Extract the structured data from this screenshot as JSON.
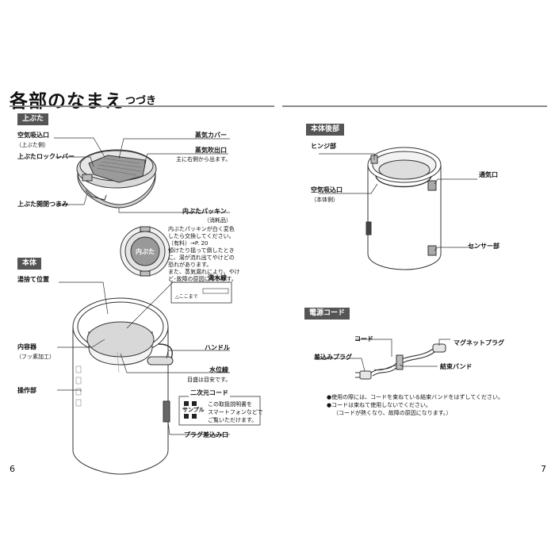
{
  "header": {
    "title": "各部のなまえ",
    "subtitle": "つづき"
  },
  "left": {
    "lid_section": {
      "tag": "上ぶた",
      "labels": {
        "air_intake": "空気吸込口",
        "air_intake_note": "（上ぶた側）",
        "lid_lock_lever": "上ぶたロックレバー",
        "lid_open_knob": "上ぶた開閉つまみ",
        "steam_cover": "蒸気カバー",
        "steam_outlet": "蒸気吹出口",
        "steam_outlet_note": "主に右側から出ます。",
        "gasket": "内ぶたパッキン",
        "gasket_note": "（消耗品）",
        "inner_lid": "内ぶた"
      },
      "callout_lines": [
        "内ぶたパッキンが白く変色",
        "したら交換してください。",
        "（有料）→P. 20",
        "傾けたり揺って倒したとき",
        "に、湯が流れ出てやけどの",
        "恐れがあります。",
        "また、蒸気漏れにより、やけ",
        "ど･故障の原因になります。"
      ]
    },
    "body_section": {
      "tag": "本体",
      "labels": {
        "drain_position": "湯捨て位置",
        "full_water_line": "満水線",
        "full_water_mark": "△ここまで",
        "inner_container": "内容器",
        "inner_container_note": "（フッ素加工）",
        "handle": "ハンドル",
        "water_level_line": "水位線",
        "water_level_note": "目盛は目安です。",
        "control_panel": "操作部",
        "qr_code": "二次元コード",
        "qr_sample": "サンプル",
        "qr_text_1": "この取扱説明書を",
        "qr_text_2": "スマートフォンなどで",
        "qr_text_3": "ご覧いただけます。",
        "plug_socket": "プラグ差込み口"
      }
    },
    "page_number": "6"
  },
  "right": {
    "back_section": {
      "tag": "本体後部",
      "labels": {
        "hinge": "ヒンジ部",
        "air_intake": "空気吸込口",
        "air_intake_note": "（本体側）",
        "vent": "通気口",
        "sensor": "センサー部"
      }
    },
    "cord_section": {
      "tag": "電源コード",
      "labels": {
        "cord": "コード",
        "magnet_plug": "マグネットプラグ",
        "insert_plug": "差込みプラグ",
        "binding_band": "結束バンド"
      },
      "bullets": [
        "●使用の際には、コードを束ねている結束バンドをはずしてください。",
        "●コードは束ねて使用しないでください。",
        "（コードが熱くなり、故障の原因になります。）"
      ]
    },
    "page_number": "7"
  }
}
